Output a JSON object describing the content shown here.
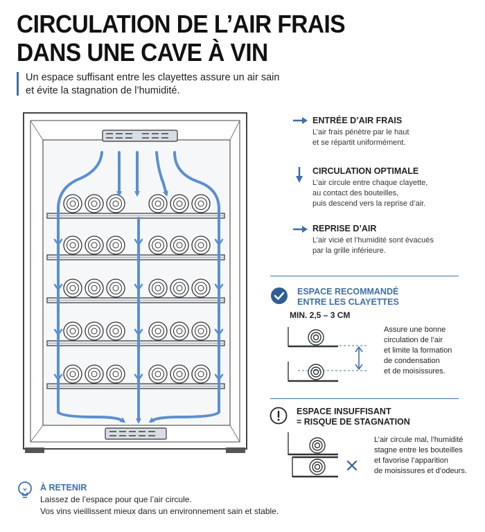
{
  "title": {
    "line1": "CIRCULATION DE L’AIR FRAIS",
    "line2": "DANS UNE CAVE À VIN"
  },
  "intro": {
    "line1": "Un espace suffisant entre les clayettes assure un air sain",
    "line2": "et évite la stagnation de l’humidité."
  },
  "legend": [
    {
      "icon": "arrow-right-icon",
      "title": "ENTRÉE D’AIR FRAIS",
      "lines": [
        "L’air frais pénètre par le haut",
        "et se répartit uniformément."
      ]
    },
    {
      "icon": "arrow-down-icon",
      "title": "CIRCULATION OPTIMALE",
      "lines": [
        "L’air circule entre chaque clayette,",
        "au contact des bouteilles,",
        "puis descend vers la reprise d’air."
      ]
    },
    {
      "icon": "arrow-right-icon",
      "title": "REPRISE D’AIR",
      "lines": [
        "L’air vicié et l’humidité sont évacués",
        "par la grille inférieure."
      ]
    }
  ],
  "recommended": {
    "title_line1": "ESPACE RECOMMANDÉ",
    "title_line2": "ENTRE LES CLAYETTES",
    "measure": "MIN. 2,5 – 3 CM",
    "text": [
      "Assure une bonne",
      "circulation de l’air",
      "et limite la formation",
      "de condensation",
      "et de moisissures."
    ]
  },
  "insufficient": {
    "title_line1": "ESPACE INSUFFISANT",
    "title_line2": "= RISQUE DE STAGNATION",
    "text": [
      "L’air circule mal, l’humidité",
      "stagne entre les bouteilles",
      "et favorise l’apparition",
      "de moisissures et d’odeurs."
    ]
  },
  "retenir": {
    "title": "À RETENIR",
    "line1": "Laissez de l’espace pour que l’air circule.",
    "line2": "Vos vins vieillissent mieux dans un environnement sain et stable."
  },
  "colors": {
    "accent": "#3d6fa8",
    "arrow": "#5b8fd0",
    "ink": "#1b1b1b"
  }
}
